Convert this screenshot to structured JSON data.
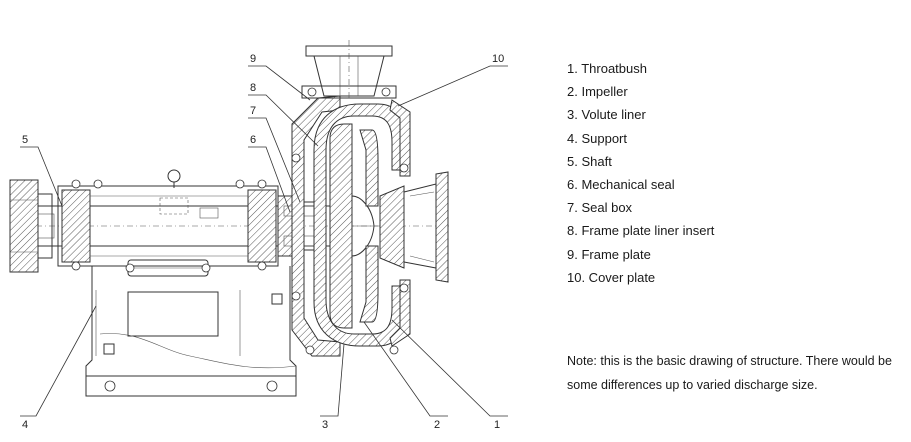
{
  "callouts": {
    "c1": "1",
    "c2": "2",
    "c3": "3",
    "c4": "4",
    "c5": "5",
    "c6": "6",
    "c7": "7",
    "c8": "8",
    "c9": "9",
    "c10": "10"
  },
  "legend": {
    "items": [
      "1. Throatbush",
      "2. Impeller",
      "3. Volute liner",
      "4. Support",
      "5. Shaft",
      "6. Mechanical seal",
      "7. Seal box",
      "8. Frame plate liner insert",
      "9. Frame plate",
      "10. Cover plate"
    ]
  },
  "note": "Note: this is the basic drawing of structure. There would be some differences up to varied discharge size."
}
